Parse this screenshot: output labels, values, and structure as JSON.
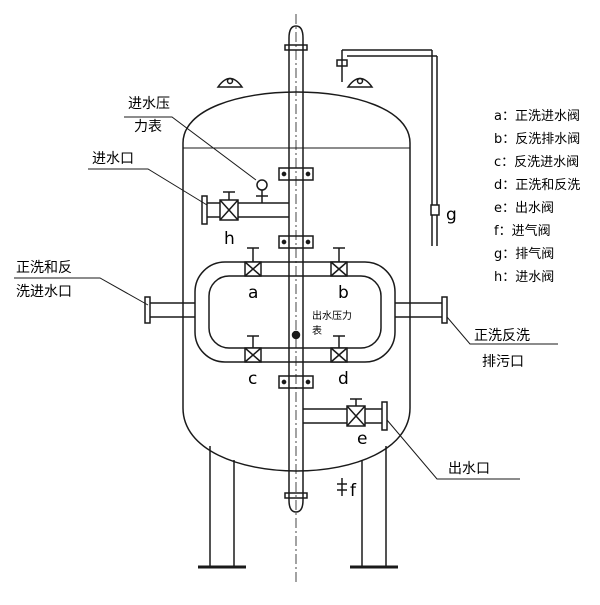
{
  "labels": {
    "inlet_pressure_gauge_line1": "进水压",
    "inlet_pressure_gauge_line2": "力表",
    "water_inlet": "进水口",
    "forward_back_inlet_line1": "正洗和反",
    "forward_back_inlet_line2": "洗进水口",
    "forward_back_drain_line1": "正洗反洗",
    "forward_back_drain_line2": "排污口",
    "outlet_pressure_gauge_line1": "出水压力",
    "outlet_pressure_gauge_line2": "表",
    "water_outlet": "出水口"
  },
  "valve_letters": {
    "a": "a",
    "b": "b",
    "c": "c",
    "d": "d",
    "e": "e",
    "f": "f",
    "g": "g",
    "h": "h"
  },
  "legend": [
    "a：正洗进水阀",
    "b：反洗排水阀",
    "c：反洗进水阀",
    "d：正洗和反洗",
    "e：出水阀",
    "f：进气阀",
    "g：排气阀",
    "h：进水阀"
  ],
  "colors": {
    "line": "#1a1a1a",
    "background": "#ffffff"
  }
}
